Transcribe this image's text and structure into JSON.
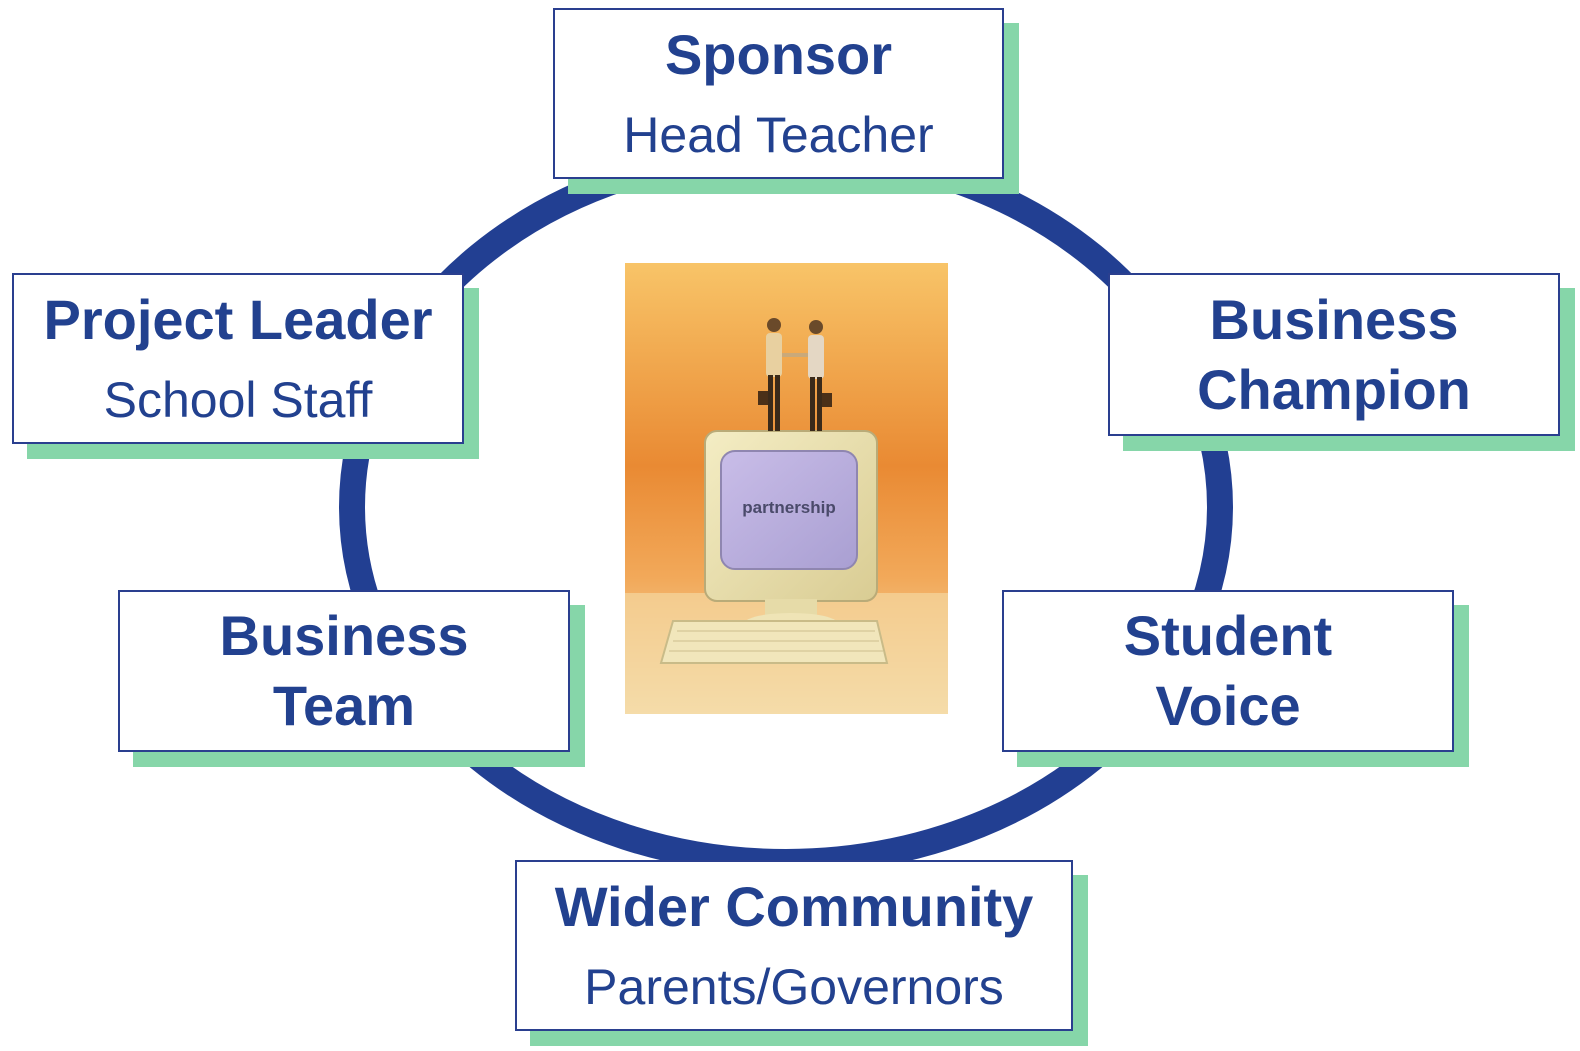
{
  "nodes": {
    "sponsor": {
      "title": "Sponsor",
      "subtitle": "Head Teacher"
    },
    "project_leader": {
      "title": "Project Leader",
      "subtitle": "School Staff"
    },
    "business_champion": {
      "title_line1": "Business",
      "title_line2": "Champion"
    },
    "business_team": {
      "title_line1": "Business",
      "title_line2": "Team"
    },
    "student_voice": {
      "title_line1": "Student",
      "title_line2": "Voice"
    },
    "wider_community": {
      "title": "Wider Community",
      "subtitle": "Parents/Governors"
    }
  },
  "center_image": {
    "screen_text": "partnership"
  },
  "colors": {
    "ring": "#223f92",
    "text": "#22418f",
    "shadow": "#86d6a9",
    "border": "#2a3f8f"
  }
}
